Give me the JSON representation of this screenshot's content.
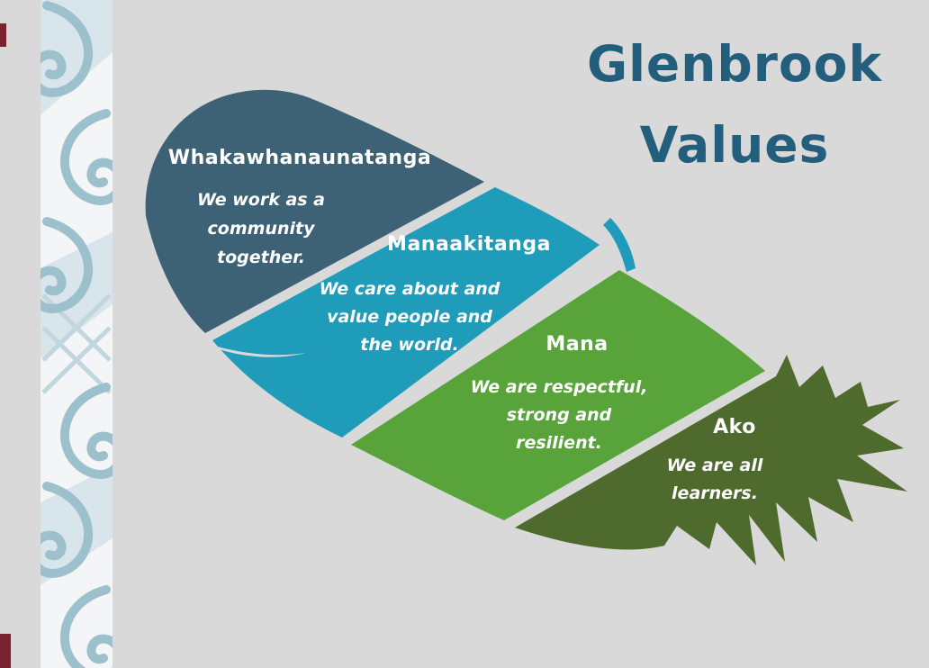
{
  "poster": {
    "title_line1": "Glenbrook",
    "title_line2": "Values",
    "title_color": "#235e7c",
    "background_color": "#d8d9d8",
    "text_color": "#ffffff"
  },
  "values": [
    {
      "name": "Whakawhanaunatanga",
      "description": "We work as a community together.",
      "lines": [
        "We work as a",
        "community",
        "together."
      ],
      "color": "#3d6175"
    },
    {
      "name": "Manaakitanga",
      "description": "We care about and value people and the world.",
      "lines": [
        "We care about and",
        "value people and",
        "the world."
      ],
      "color": "#1f9cba"
    },
    {
      "name": "Mana",
      "description": "We are respectful, strong and resilient.",
      "lines": [
        "We are respectful,",
        "strong and",
        "resilient."
      ],
      "color": "#58a33a"
    },
    {
      "name": "Ako",
      "description": "We are all learners.",
      "lines": [
        "We are all",
        "learners."
      ],
      "color": "#4e6a2d"
    }
  ],
  "decor": {
    "koru_border_stroke": "#9dc0cd",
    "koru_border_bg": "#f3f5f6",
    "koru_patch_color": "#cfdfe6",
    "page_edge_color": "#7a2230",
    "background_gap_color": "#d8d9d8"
  }
}
